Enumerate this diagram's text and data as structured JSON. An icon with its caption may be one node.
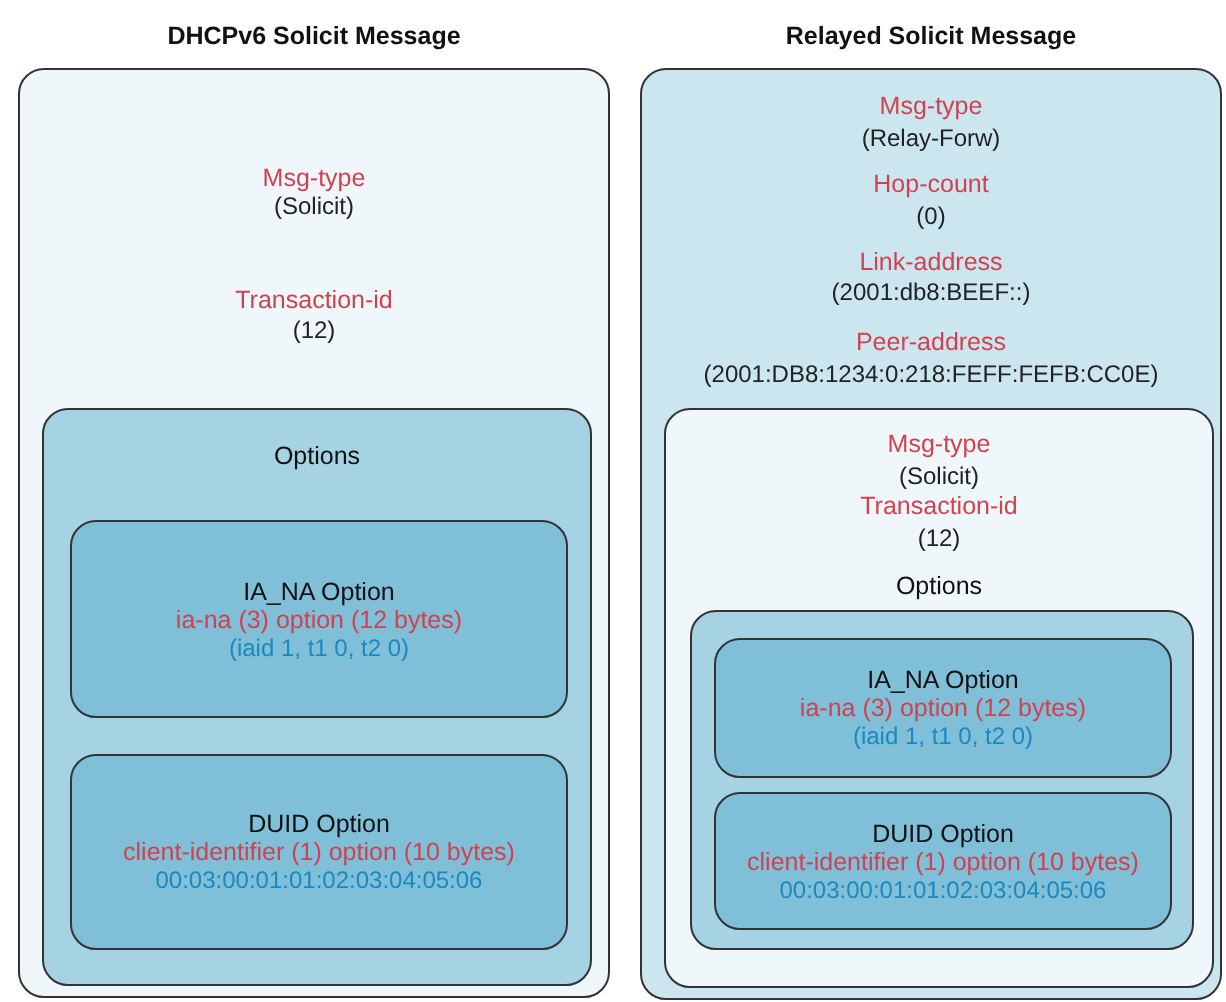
{
  "diagram": {
    "nodes": [
      {
        "text": [
          "DHCPv6 Solicit Message",
          "Msg-type",
          "(Solicit)",
          "Transaction-id",
          "(12)"
        ]
      },
      {
        "text": [
          "Options"
        ],
        "in": 0
      },
      {
        "text": [
          "IA_NA Option",
          "ia-na (3) option (12 bytes)",
          "(iaid 1, t1 0, t2 0)"
        ],
        "in": 1
      },
      {
        "text": [
          "DUID Option",
          "client-identifier (1) option (10 bytes)",
          "00:03:00:01:01:02:03:04:05:06"
        ],
        "in": 1
      },
      {
        "text": [
          "Relayed Solicit Message",
          "Msg-type",
          "(Relay-Forw)",
          "Hop-count",
          "(0)",
          "Link-address",
          "(2001:db8:BEEF::)",
          "Peer-address",
          "(2001:DB8:1234:0:218:FEFF:FEFB:CC0E)"
        ]
      },
      {
        "text": [
          "Msg-type",
          "(Solicit)",
          "Transaction-id",
          "(12)",
          "Options"
        ],
        "in": 4
      },
      {
        "text": [],
        "shape": "box",
        "in": 5
      },
      {
        "text": [
          "IA_NA Option",
          "ia-na (3) option (12 bytes)",
          "(iaid 1, t1 0, t2 0)"
        ],
        "in": 6
      },
      {
        "text": [
          "DUID Option",
          "client-identifier (1) option (10 bytes)",
          "00:03:00:01:01:02:03:04:05:06"
        ],
        "in": 6
      }
    ]
  }
}
